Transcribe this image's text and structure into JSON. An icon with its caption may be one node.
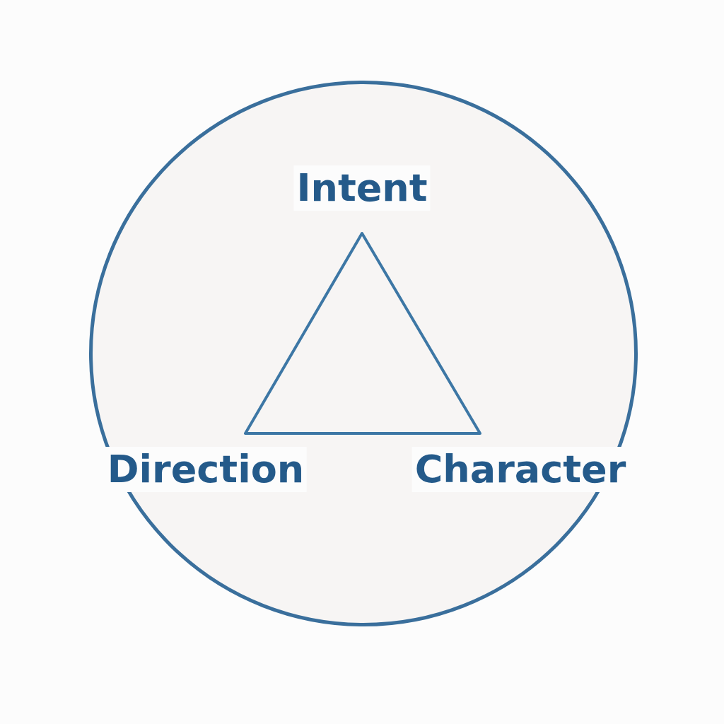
{
  "diagram": {
    "nodes": [
      {
        "text": [],
        "shape": "circle"
      },
      {
        "text": [],
        "shape": "triangle",
        "in": 0
      }
    ],
    "labels": [
      "Intent",
      "Direction",
      "Character"
    ]
  }
}
